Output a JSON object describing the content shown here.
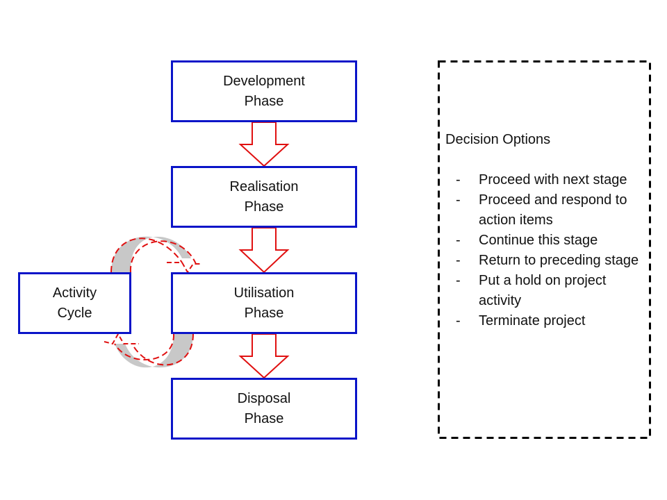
{
  "diagram": {
    "phases": [
      {
        "line1": "Development",
        "line2": "Phase"
      },
      {
        "line1": "Realisation",
        "line2": "Phase"
      },
      {
        "line1": "Utilisation",
        "line2": "Phase"
      },
      {
        "line1": "Disposal",
        "line2": "Phase"
      }
    ],
    "activity_cycle": {
      "line1": "Activity",
      "line2": "Cycle"
    },
    "decision_panel": {
      "title": "Decision Options",
      "bullet": "-",
      "options": [
        "Proceed with next stage",
        "Proceed and respond to action items",
        "Continue this stage",
        "Return to preceding stage",
        "Put a hold on project activity",
        "Terminate project"
      ]
    },
    "colors": {
      "box_border": "#0a14c8",
      "arrow": "#e01010",
      "cycle_fill": "#c8c8c8",
      "panel_border": "#000000"
    }
  }
}
